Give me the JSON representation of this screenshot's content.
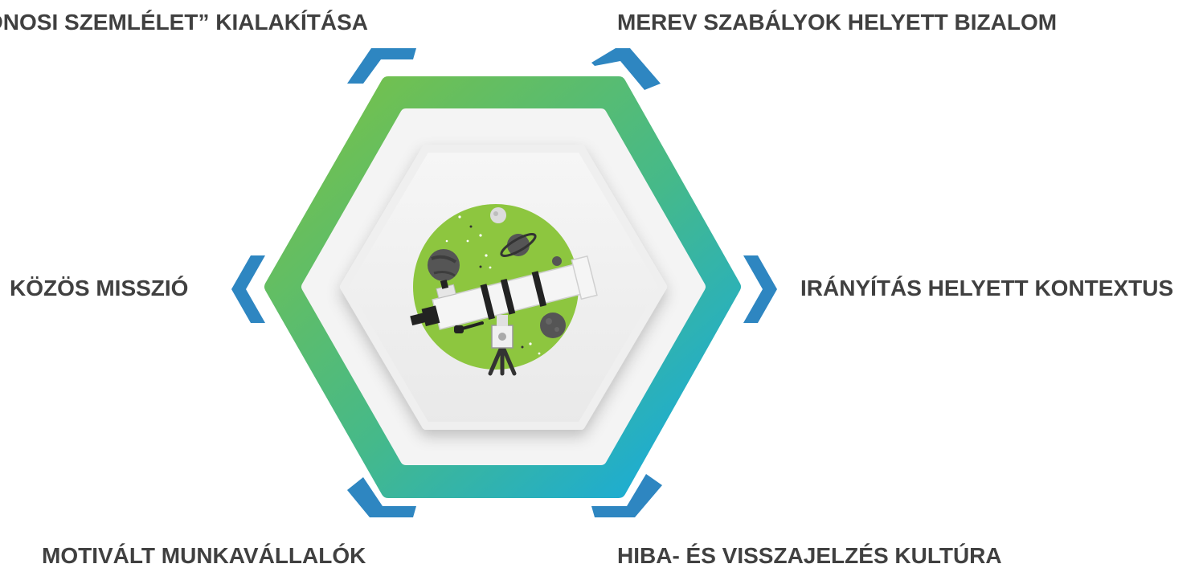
{
  "labels": {
    "top_left": "ONOSI SZEMLÉLET” KIALAKÍTÁSA",
    "top_right": "MEREV SZABÁLYOK HELYETT BIZALOM",
    "left": "KÖZÖS MISSZIÓ",
    "right": "IRÁNYÍTÁS HELYETT KONTEXTUS",
    "bottom_left": "MOTIVÁLT MUNKAVÁLLALÓK",
    "bottom_right": "HIBA- ÉS VISSZAJELZÉS KULTÚRA"
  },
  "colors": {
    "chevron": "#2e86c1",
    "hex_gradient_start": "#7cc242",
    "hex_gradient_end": "#1ba8e0",
    "text": "#404040",
    "circle": "#8dc63f"
  },
  "icons": {
    "center": "telescope-icon"
  }
}
